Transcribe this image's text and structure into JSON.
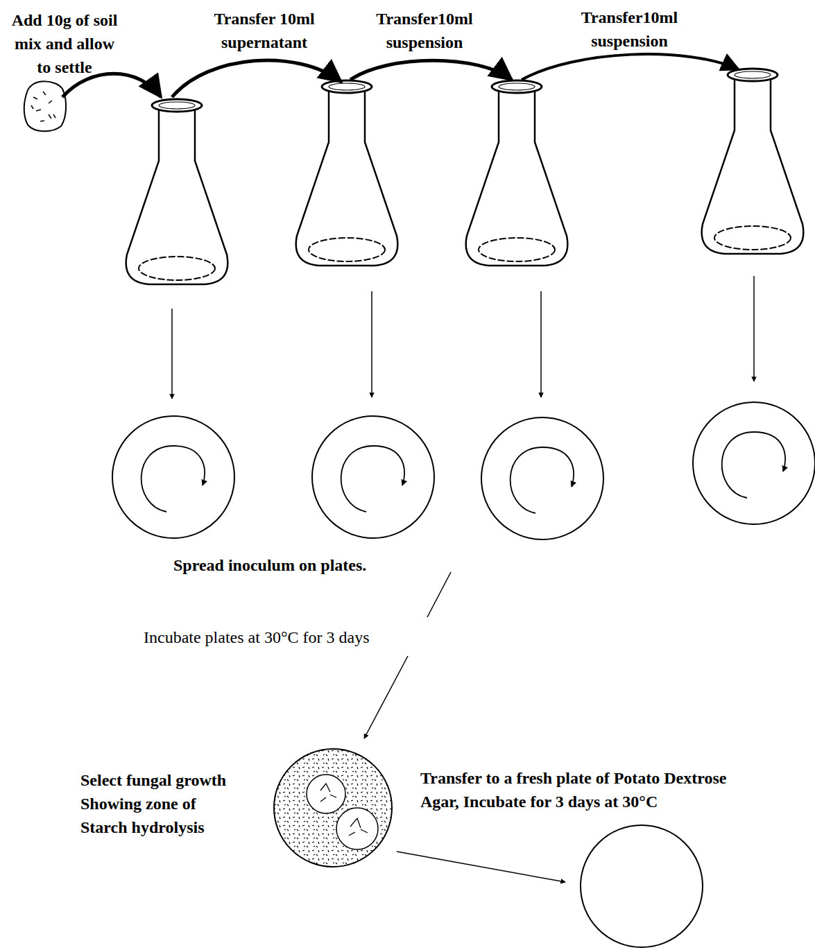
{
  "diagram": {
    "labels": [
      "Add 10g of soil mix and allow to settle",
      "Transfer 10ml supernatant",
      "Transfer10ml suspension",
      "Transfer10ml suspension",
      "Spread inoculum on plates.",
      "Incubate plates at 30°C for 3 days",
      "Select fungal growth Showing zone of Starch hydrolysis",
      "Transfer to a fresh plate of Potato Dextrose Agar, Incubate for 3 days at 30°C"
    ]
  }
}
